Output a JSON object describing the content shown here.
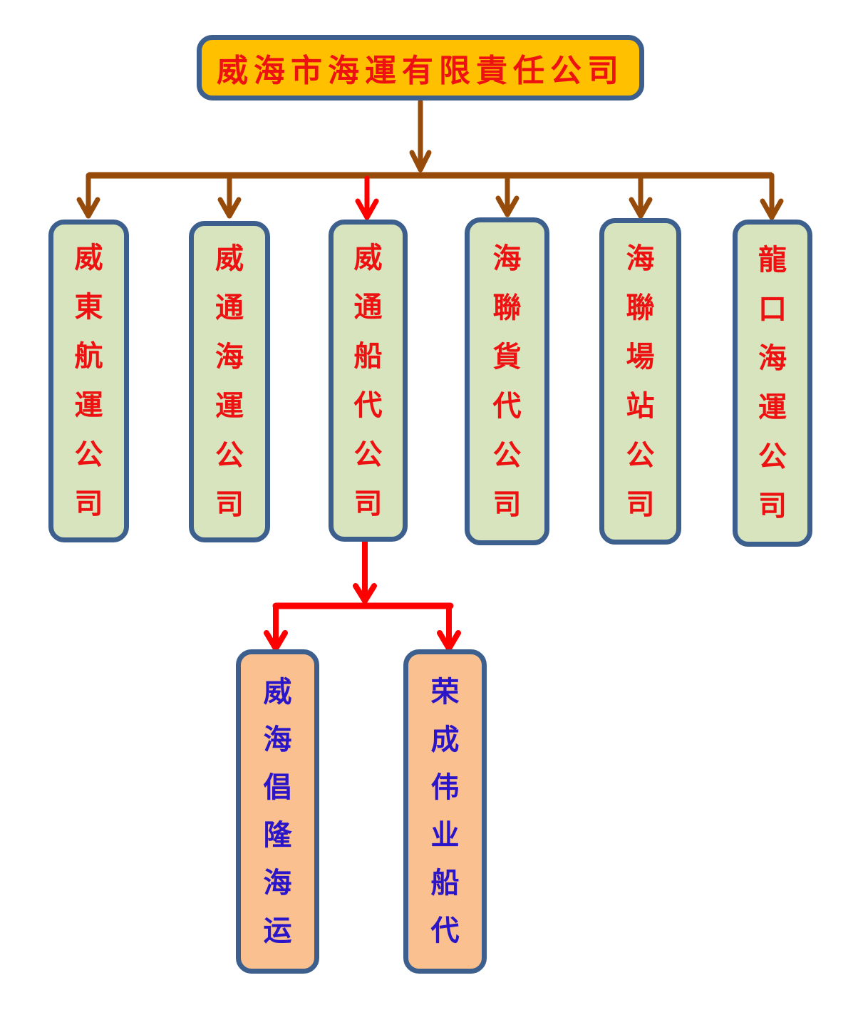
{
  "diagram": {
    "type": "organization-chart",
    "colors": {
      "root_fill": "#ffc000",
      "level1_fill": "#d7e4bd",
      "level2_fill": "#fac090",
      "border": "#3d5f8d",
      "connector_main": "#964b0a",
      "connector_highlight": "#ff0000",
      "level1_text": "#ee1111",
      "level2_text": "#2a16c8"
    },
    "root": {
      "name": "威海市海運有限責任公司"
    },
    "subsidiaries": [
      {
        "name": "威東航運公司",
        "highlighted": false
      },
      {
        "name": "威通海運公司",
        "highlighted": false
      },
      {
        "name": "威通船代公司",
        "highlighted": true
      },
      {
        "name": "海聯貨代公司",
        "highlighted": false
      },
      {
        "name": "海聯場站公司",
        "highlighted": false
      },
      {
        "name": "龍口海運公司",
        "highlighted": false
      }
    ],
    "sub_subsidiaries_parent": "威通船代公司",
    "sub_subsidiaries": [
      {
        "name": "威海倡隆海运"
      },
      {
        "name": "荣成伟业船代"
      }
    ]
  }
}
